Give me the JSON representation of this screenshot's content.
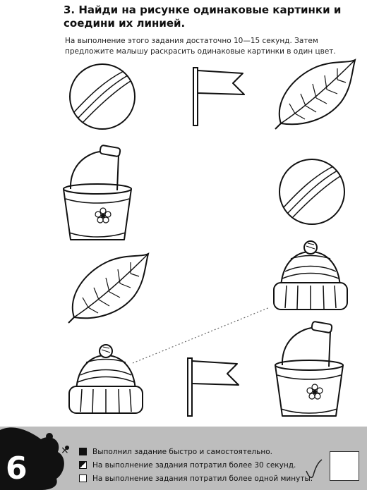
{
  "title": "3. Найди на рисунке одинаковые картинки и соедини их линией.",
  "instruction": "На выполнение этого задания достаточно 10—15 секунд. Затем предложите малышу раскрасить одинаковые картинки в один цвет.",
  "pictures": [
    {
      "name": "ball",
      "column": "left",
      "row": 1
    },
    {
      "name": "flag",
      "column": "middle",
      "row": 1
    },
    {
      "name": "leaf",
      "column": "right",
      "row": 1
    },
    {
      "name": "bucket",
      "column": "left",
      "row": 2
    },
    {
      "name": "ball",
      "column": "right",
      "row": 2
    },
    {
      "name": "leaf",
      "column": "left",
      "row": 3
    },
    {
      "name": "hat",
      "column": "right",
      "row": 3
    },
    {
      "name": "hat",
      "column": "left",
      "row": 4
    },
    {
      "name": "flag",
      "column": "middle",
      "row": 4
    },
    {
      "name": "bucket",
      "column": "right",
      "row": 4
    }
  ],
  "connection": {
    "from": "hat left row 4",
    "to": "hat right row 3",
    "style": "dotted"
  },
  "footer": {
    "page_number": "6",
    "legend": [
      {
        "box": "filled",
        "text": "Выполнил задание быстро и самостоятельно."
      },
      {
        "box": "half-filled",
        "text": "На выполнение задания потратил более 30 секунд."
      },
      {
        "box": "empty",
        "text": "На выполнение задания потратил более одной минуты."
      }
    ],
    "background_color": "#bdbdbd"
  }
}
